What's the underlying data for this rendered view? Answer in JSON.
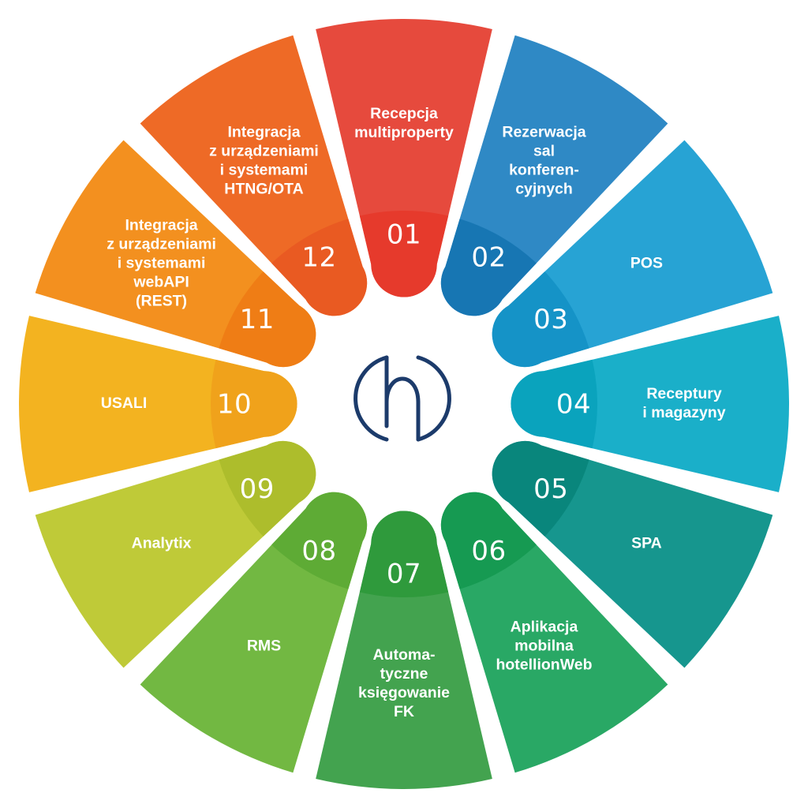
{
  "center_logo": {
    "icon": "hotellion-h-logo-icon",
    "color": "#1c3b6b"
  },
  "segments": [
    {
      "number": "01",
      "lines": [
        "Recepcja",
        "multiproperty"
      ],
      "color": "#e64a3d",
      "hub_color": "#e63a2c"
    },
    {
      "number": "02",
      "lines": [
        "Rezerwacja",
        "sal",
        "konferen-",
        "cyjnych"
      ],
      "color": "#2f89c5",
      "hub_color": "#1776b3"
    },
    {
      "number": "03",
      "lines": [
        "POS"
      ],
      "color": "#27a3d4",
      "hub_color": "#1593c7"
    },
    {
      "number": "04",
      "lines": [
        "Receptury",
        "i magazyny"
      ],
      "color": "#1aafc9",
      "hub_color": "#0aa3bd"
    },
    {
      "number": "05",
      "lines": [
        "SPA"
      ],
      "color": "#16968e",
      "hub_color": "#09867c"
    },
    {
      "number": "06",
      "lines": [
        "Aplikacja",
        "mobilna",
        "hotellionWeb"
      ],
      "color": "#29a865",
      "hub_color": "#169a52"
    },
    {
      "number": "07",
      "lines": [
        "Automa-",
        "tyczne",
        "księgowanie",
        "FK"
      ],
      "color": "#43a34f",
      "hub_color": "#2f9a3c"
    },
    {
      "number": "08",
      "lines": [
        "RMS"
      ],
      "color": "#72b842",
      "hub_color": "#5eab35"
    },
    {
      "number": "09",
      "lines": [
        "Analytix"
      ],
      "color": "#bfca38",
      "hub_color": "#adbd2c"
    },
    {
      "number": "10",
      "lines": [
        "USALI"
      ],
      "color": "#f3b320",
      "hub_color": "#f0a21b"
    },
    {
      "number": "11",
      "lines": [
        "Integracja",
        "z urządzeniami",
        "i systemami",
        "webAPI",
        "(REST)"
      ],
      "color": "#f3901f",
      "hub_color": "#ef7d15"
    },
    {
      "number": "12",
      "lines": [
        "Integracja",
        "z urządzeniami",
        "i systemami",
        "HTNG/OTA"
      ],
      "color": "#ee6a26",
      "hub_color": "#e95a22"
    }
  ]
}
